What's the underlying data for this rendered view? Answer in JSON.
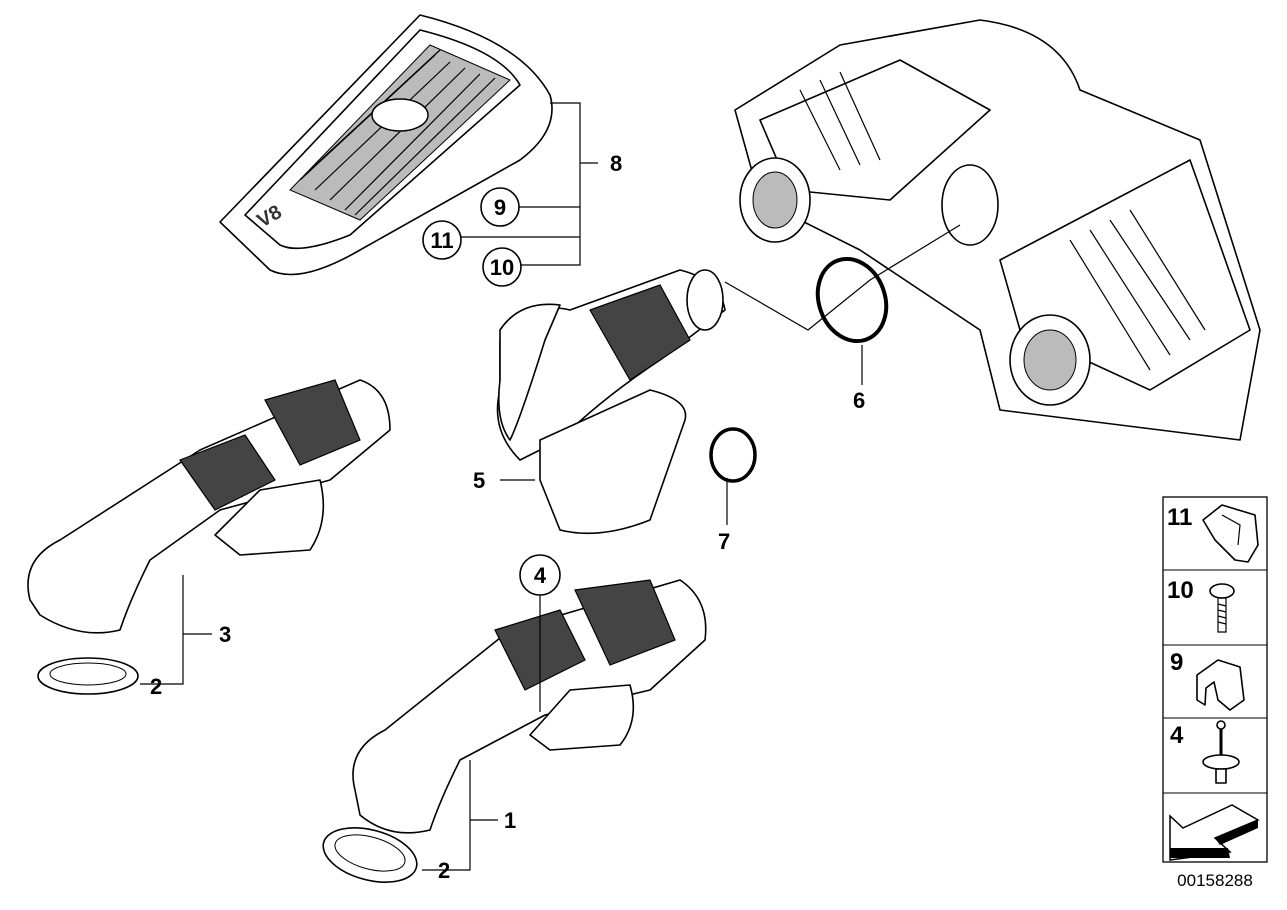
{
  "diagram_code": "00158288",
  "callouts": [
    "1",
    "2",
    "2",
    "3",
    "4",
    "5",
    "6",
    "7",
    "8",
    "9",
    "10",
    "11"
  ],
  "legend": [
    {
      "number": "11",
      "icon": "clip-nut-icon"
    },
    {
      "number": "10",
      "icon": "screw-icon"
    },
    {
      "number": "9",
      "icon": "clamp-clip-icon"
    },
    {
      "number": "4",
      "icon": "bolt-with-washer-icon"
    },
    {
      "number": "",
      "icon": "direction-arrow-icon"
    }
  ],
  "cover_badge": "V8"
}
